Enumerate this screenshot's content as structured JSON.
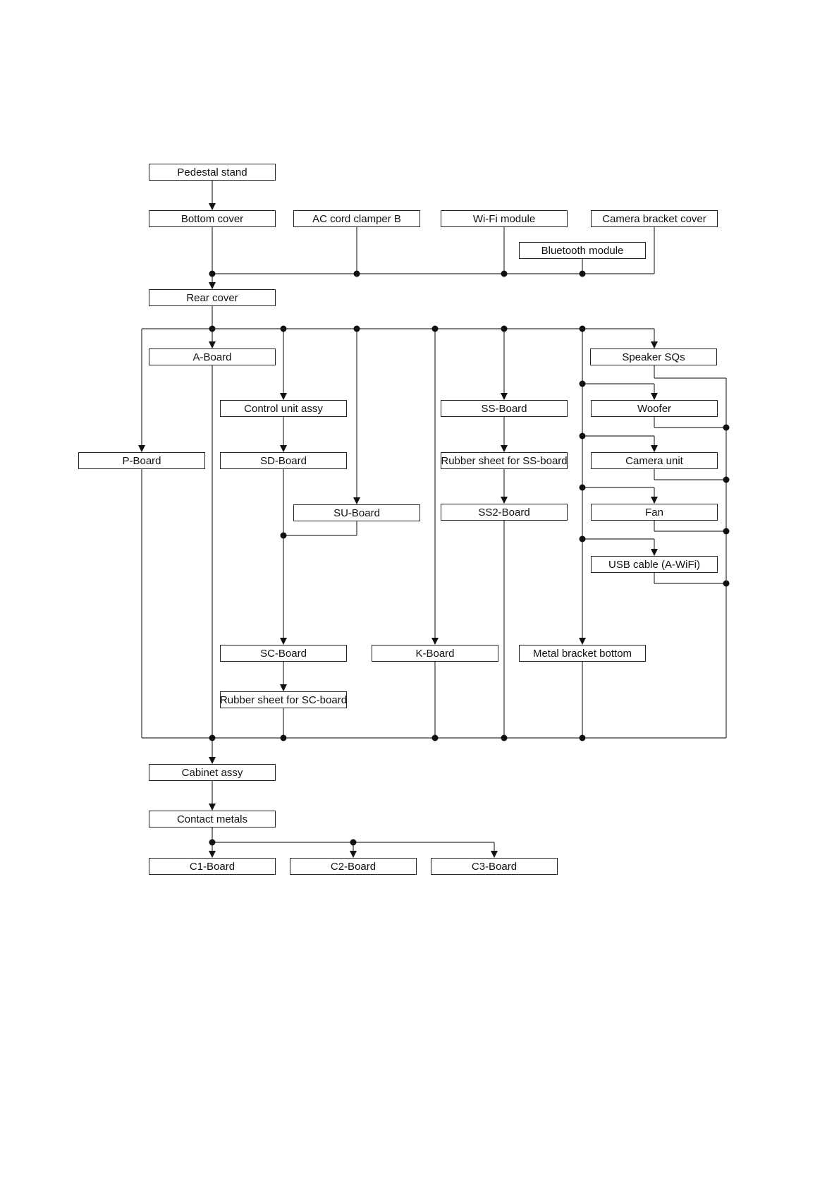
{
  "nodes": {
    "pedestal_stand": "Pedestal stand",
    "bottom_cover": "Bottom cover",
    "ac_cord_clamper_b": "AC cord clamper B",
    "wifi_module": "Wi-Fi module",
    "camera_bracket_cover": "Camera bracket cover",
    "bluetooth_module": "Bluetooth module",
    "rear_cover": "Rear cover",
    "a_board": "A-Board",
    "speaker_sqs": "Speaker SQs",
    "control_unit_assy": "Control unit assy",
    "ss_board": "SS-Board",
    "woofer": "Woofer",
    "p_board": "P-Board",
    "sd_board": "SD-Board",
    "rubber_sheet_ss": "Rubber sheet for SS-board",
    "camera_unit": "Camera unit",
    "su_board": "SU-Board",
    "ss2_board": "SS2-Board",
    "fan": "Fan",
    "usb_cable": "USB cable (A-WiFi)",
    "sc_board": "SC-Board",
    "k_board": "K-Board",
    "metal_bracket_bottom": "Metal bracket bottom",
    "rubber_sheet_sc": "Rubber sheet for SC-board",
    "cabinet_assy": "Cabinet assy",
    "contact_metals": "Contact metals",
    "c1_board": "C1-Board",
    "c2_board": "C2-Board",
    "c3_board": "C3-Board"
  }
}
